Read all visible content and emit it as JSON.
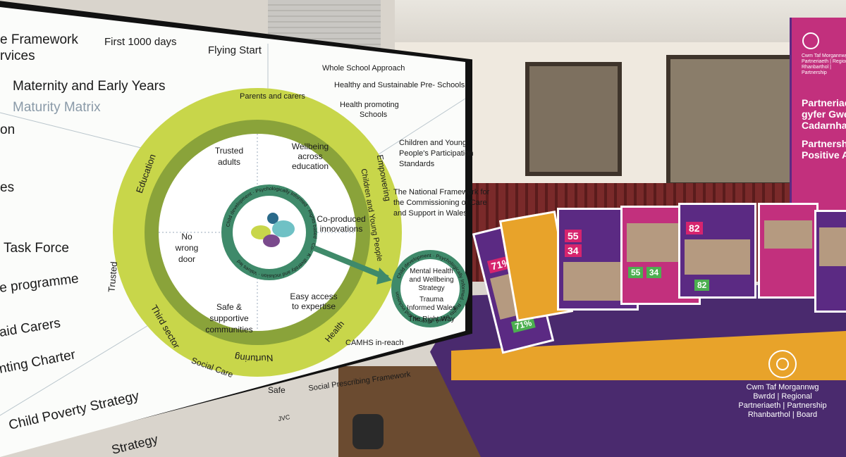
{
  "screen": {
    "left_items": [
      "e Framework",
      "rvices",
      "Maternity and Early Years",
      "Maturity Matrix",
      "on",
      "es",
      "Task Force",
      "e programme",
      "aid Carers",
      "nting Charter",
      "Child Poverty Strategy",
      "Strategy"
    ],
    "top_items": [
      "First 1000 days",
      "Flying Start"
    ],
    "right_items": [
      "Whole School Approach",
      "Healthy and Sustainable Pre- Schools",
      "Health promoting",
      "Schools",
      "Children and Young",
      "People's Participation",
      "Standards",
      "The National Framework for",
      "the Commissioning of Care",
      "and Support in Wales",
      "CAMHS in-reach",
      "Social Prescribing Framework"
    ],
    "ring_outer": [
      "Nurturing",
      "Education",
      "Trusted",
      "Third sector",
      "Social Care",
      "Safe",
      "Health",
      "Empowering"
    ],
    "ring_inner": [
      "Parents and carers",
      "Children and Young People"
    ],
    "center_items": [
      "Trusted",
      "adults",
      "Wellbeing",
      "across",
      "education",
      "No",
      "wrong",
      "door",
      "Co-produced",
      "innovations",
      "Safe &",
      "supportive",
      "communities",
      "Easy access",
      "to expertise"
    ],
    "center_ring_text": "Child development · Psychologically Informed · Rights based · Co-· K· diversity and inclusion · Values led",
    "side_circle": [
      "Mental Health",
      "and Wellbeing",
      "Strategy",
      "Trauma",
      "Informed Wales",
      "The Right Way"
    ],
    "side_circle_ring": "Child development · Psychologically Informed · Rights based · diversity and inclusion",
    "tv_brand": "JVC"
  },
  "banner": {
    "lines": [
      "Partneriaet",
      "gyfer Gwei",
      "Cadarnhao",
      "Partnershi",
      "Positive Ac"
    ],
    "header": [
      "Cwm Taf Morgannwg",
      "Partneriaeth | Regional",
      "Rhanbarthol | Partnership"
    ]
  },
  "table_logo": [
    "Cwm Taf Morgannwg",
    "Bwrdd | Regional",
    "Partneriaeth | Partnership",
    "Rhanbarthol | Board"
  ],
  "boards": [
    {
      "n1": "71%",
      "n2": "71%"
    },
    {
      "n1": "55",
      "n2": "34"
    },
    {
      "n1": "55",
      "n2": "34"
    },
    {
      "n1": "82",
      "n2": "82"
    }
  ],
  "colors": {
    "lime": "#c8d64a",
    "green": "#3f8a6a",
    "purple": "#5b2a83",
    "magenta": "#c2307d",
    "orange": "#e8a32a"
  }
}
